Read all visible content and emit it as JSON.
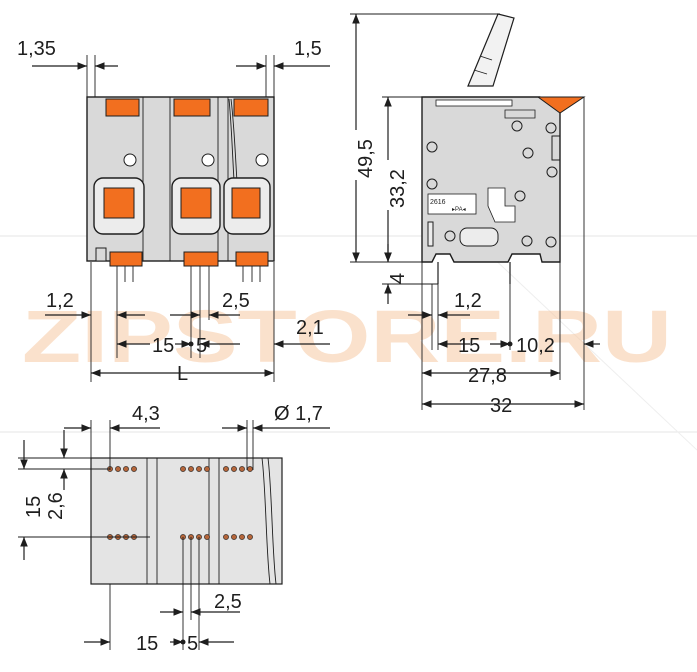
{
  "watermark": "ZIPSTORE.RU",
  "colors": {
    "housing": "#d9d9d9",
    "actuator": "#f26f1f",
    "line": "#1e1e1e",
    "watermark": "#f7c9a3"
  },
  "front_view": {
    "dim_1_35": "1,35",
    "dim_1_5": "1,5",
    "dim_1_2": "1,2",
    "dim_2_5": "2,5",
    "dim_15": "15",
    "dim_5": "5",
    "dim_2_1": "2,1",
    "dim_L": "L"
  },
  "side_view": {
    "dim_49_5": "49,5",
    "dim_33_2": "33,2",
    "dim_4": "4",
    "dim_1_2": "1,2",
    "dim_15": "15",
    "dim_10_2": "10,2",
    "dim_27_8": "27,8",
    "dim_32": "32",
    "marking_line1": "2616",
    "marking_line2": "▸PA◂"
  },
  "footprint_view": {
    "dim_4_3": "4,3",
    "dim_hole": "Ø 1,7",
    "dim_15": "15",
    "dim_2_6": "2,6",
    "dim_2_5": "2,5",
    "dim_bottom_15": "15",
    "dim_bottom_5": "5"
  }
}
